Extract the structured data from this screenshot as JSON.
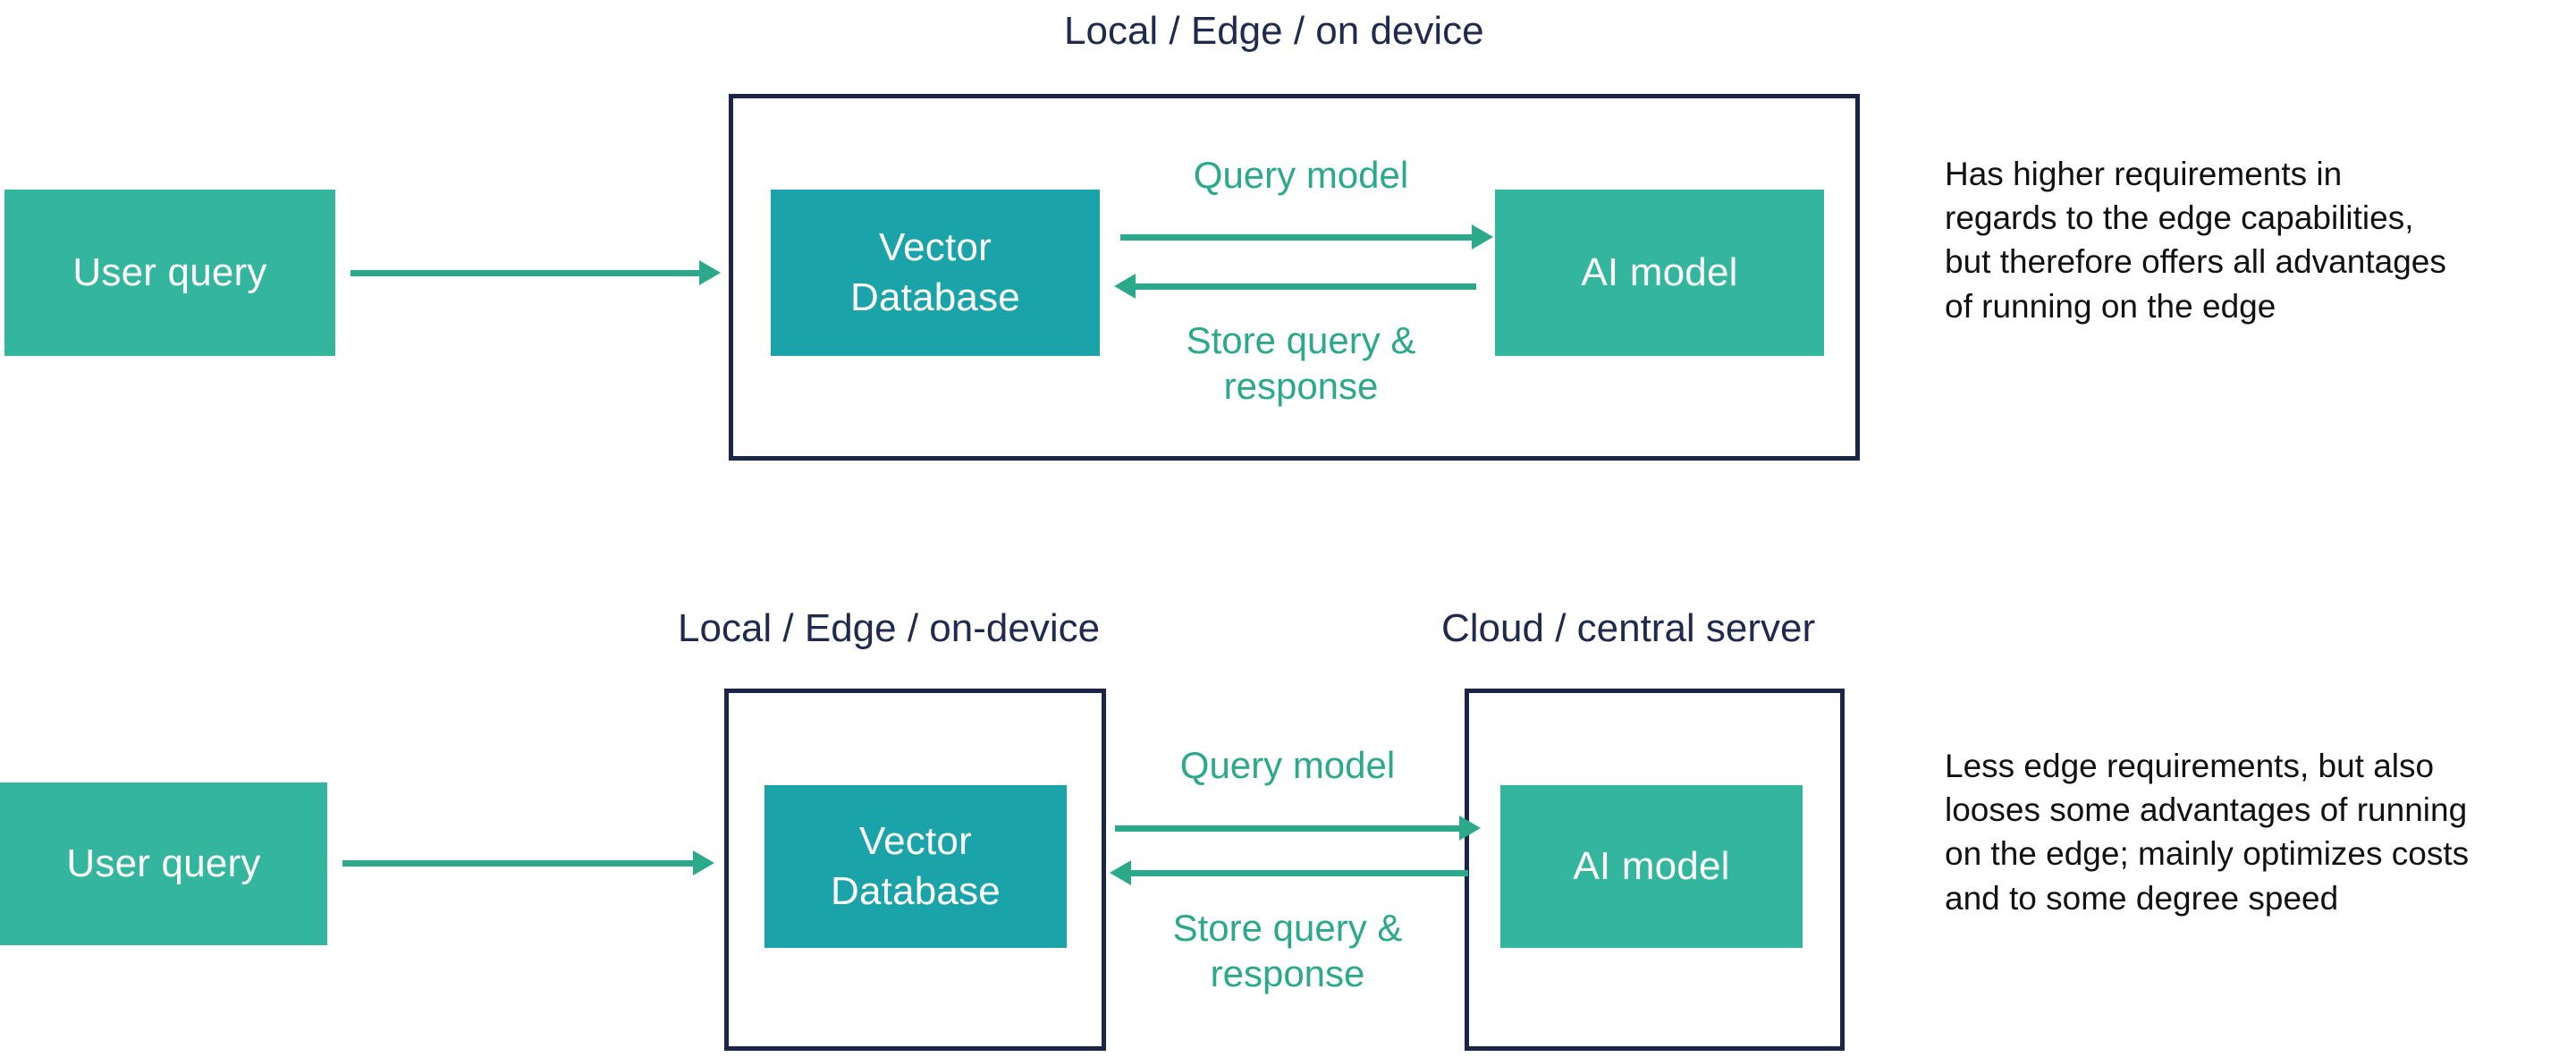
{
  "diagram": {
    "title_row1": "Local / Edge / on device",
    "rows": [
      {
        "id": "edge-only",
        "zone_labels": [
          "Local / Edge / on device"
        ],
        "source_node": "User query",
        "vector_node": "Vector\nDatabase",
        "vector_node_line1": "Vector",
        "vector_node_line2": "Database",
        "model_node": "AI model",
        "edge_label_top": "Query model",
        "edge_label_bottom_line1": "Store query &",
        "edge_label_bottom_line2": "response",
        "annotation": "Has higher requirements in regards to the edge capabilities, but therefore offers all advantages of running on the edge",
        "annotation_lines": [
          "Has higher requirements in",
          "regards to the edge capabilities,",
          "but therefore offers all advantages",
          "of running on the edge"
        ]
      },
      {
        "id": "edge-cloud",
        "zone_labels": [
          "Local / Edge / on-device",
          "Cloud / central server"
        ],
        "zone_label_left": "Local / Edge / on-device",
        "zone_label_right": "Cloud / central server",
        "source_node": "User query",
        "vector_node_line1": "Vector",
        "vector_node_line2": "Database",
        "model_node": "AI model",
        "edge_label_top": "Query model",
        "edge_label_bottom_line1": "Store query &",
        "edge_label_bottom_line2": "response",
        "annotation": "Less edge requirements, but also looses some advantages of running on the edge; mainly optimizes costs and to some degree speed",
        "annotation_lines": [
          "Less edge requirements, but also",
          "looses some advantages of running",
          "on the edge; mainly optimizes costs",
          "and to some degree speed"
        ]
      }
    ],
    "colors": {
      "zone_border": "#1a2547",
      "node_green": "#33b69d",
      "node_teal": "#1aa3a8",
      "arrow": "#2ca98b",
      "title": "#1f2a4d",
      "annotation": "#111111",
      "background": "#ffffff"
    }
  }
}
